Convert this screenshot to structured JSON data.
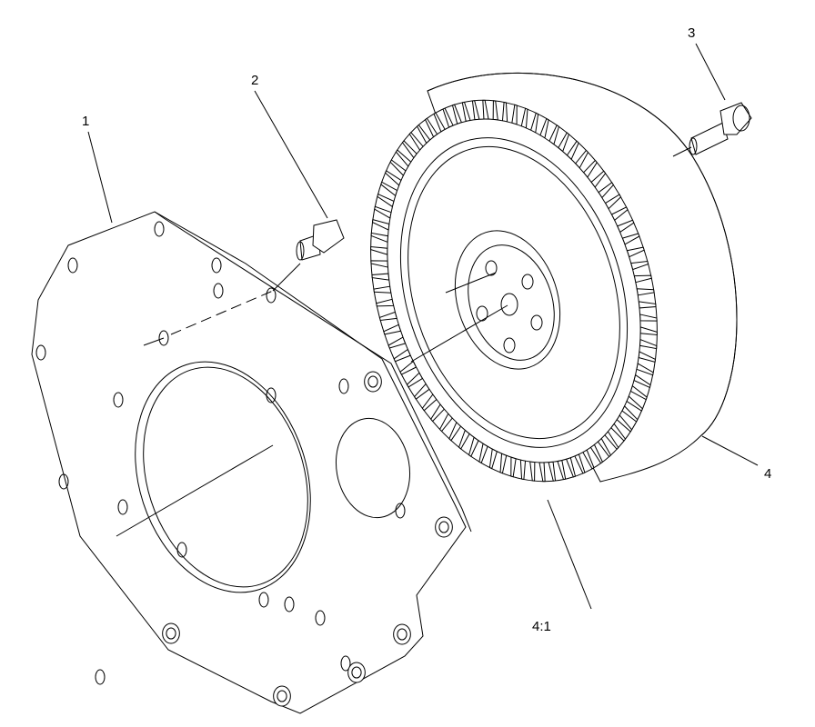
{
  "callouts": {
    "plate": "1",
    "bolt_small": "2",
    "bolt_flywheel": "3",
    "flywheel": "4",
    "ring_gear": "4:1"
  }
}
